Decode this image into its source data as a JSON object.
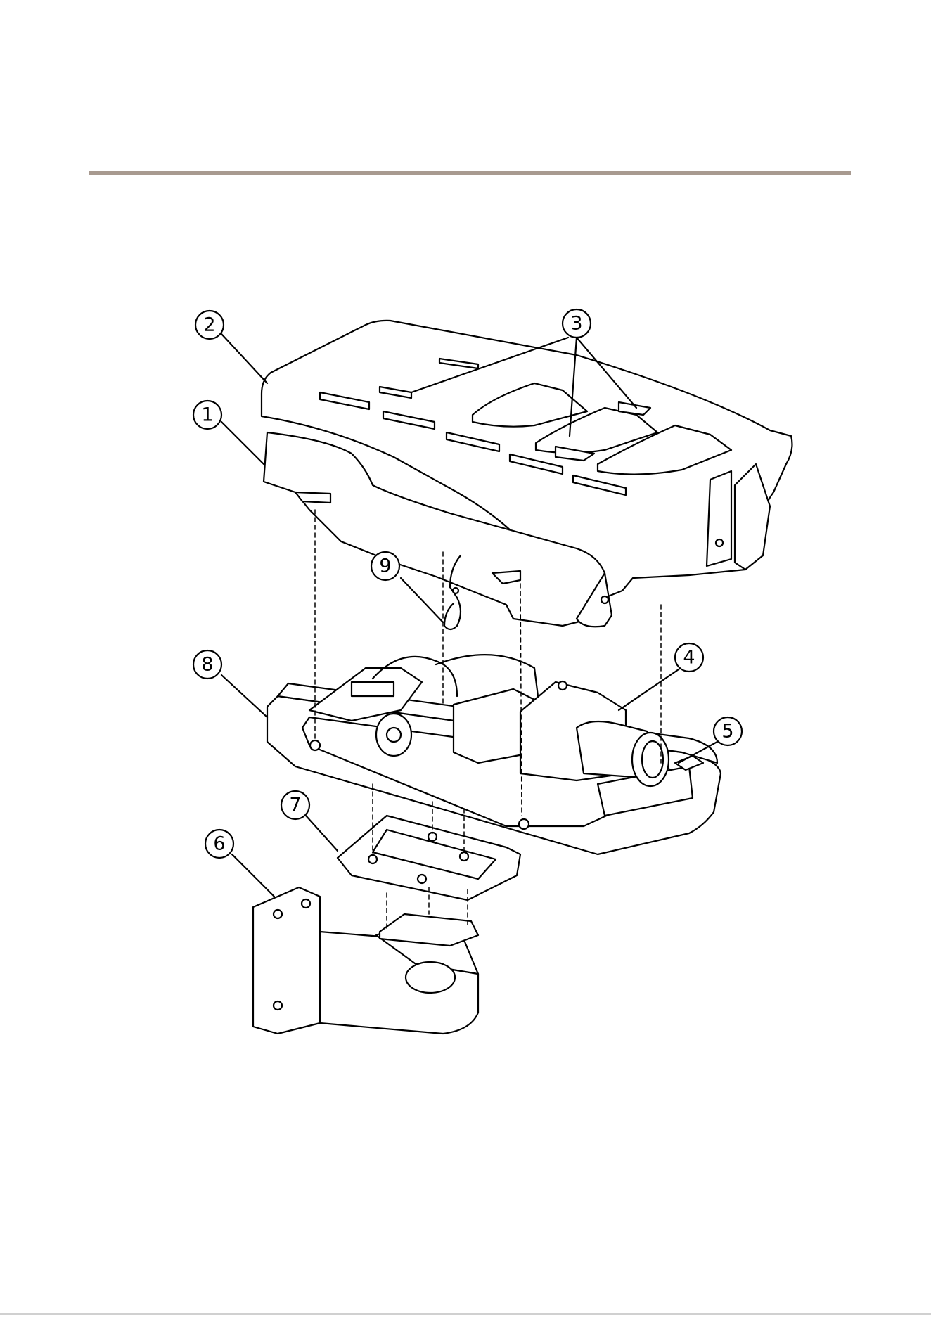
{
  "callouts": [
    {
      "id": "1",
      "label": "1"
    },
    {
      "id": "2",
      "label": "2"
    },
    {
      "id": "3",
      "label": "3"
    },
    {
      "id": "4",
      "label": "4"
    },
    {
      "id": "5",
      "label": "5"
    },
    {
      "id": "6",
      "label": "6"
    },
    {
      "id": "7",
      "label": "7"
    },
    {
      "id": "8",
      "label": "8"
    },
    {
      "id": "9",
      "label": "9"
    }
  ],
  "colors": {
    "rule": "#a89a90",
    "line": "#000000",
    "part_fill": "#ffffff"
  }
}
